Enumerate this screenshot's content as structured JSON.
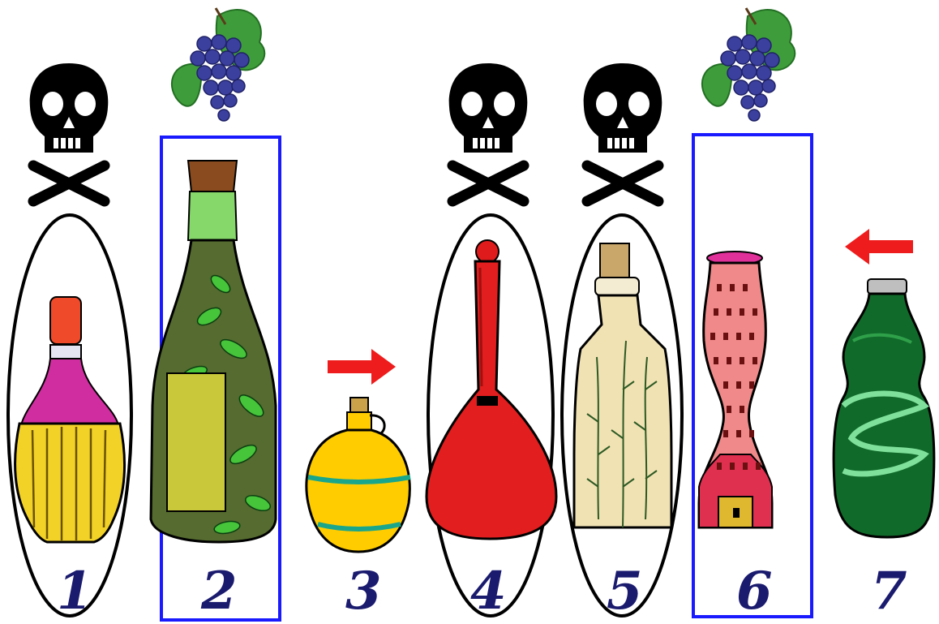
{
  "bottles": [
    {
      "number": "1",
      "marker": "poison",
      "outline": "black-oval"
    },
    {
      "number": "2",
      "marker": "grapes",
      "outline": "blue-rect"
    },
    {
      "number": "3",
      "marker": "arrow-right",
      "outline": "none"
    },
    {
      "number": "4",
      "marker": "poison",
      "outline": "black-oval"
    },
    {
      "number": "5",
      "marker": "poison",
      "outline": "black-oval"
    },
    {
      "number": "6",
      "marker": "grapes",
      "outline": "blue-rect"
    },
    {
      "number": "7",
      "marker": "arrow-left",
      "outline": "none"
    }
  ],
  "colors": {
    "oval": "#000000",
    "rect": "#1a1aff",
    "arrow": "#ee1c1c",
    "numbers": "#1a1a6e",
    "grape": "#3b3f9e",
    "leaf": "#2e8b3a"
  },
  "icons": [
    "skull-crossbones-icon",
    "grapes-icon",
    "red-arrow-icon"
  ]
}
